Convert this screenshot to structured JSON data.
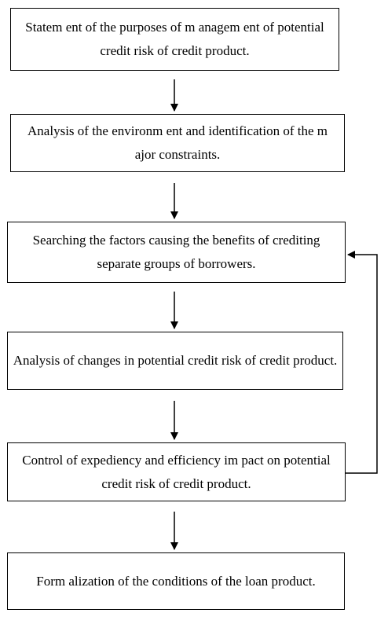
{
  "diagram": {
    "steps": [
      {
        "id": "b1",
        "text": "Statem ent of the purposes of m anagem ent of potential credit risk of credit product."
      },
      {
        "id": "b2",
        "text": "Analysis of the environm ent and identification of the m ajor constraints."
      },
      {
        "id": "b3",
        "text": "Searching the factors causing the benefits of crediting separate groups of borrowers."
      },
      {
        "id": "b4",
        "text": "Analysis of changes in potential credit risk of credit product."
      },
      {
        "id": "b5",
        "text": "Control of expediency and efficiency im pact on potential credit risk of credit product."
      },
      {
        "id": "b6",
        "text": "Form alization of the conditions of the loan product."
      }
    ],
    "edges": [
      {
        "from": "b1",
        "to": "b2",
        "kind": "next"
      },
      {
        "from": "b2",
        "to": "b3",
        "kind": "next"
      },
      {
        "from": "b3",
        "to": "b4",
        "kind": "next"
      },
      {
        "from": "b4",
        "to": "b5",
        "kind": "next"
      },
      {
        "from": "b5",
        "to": "b6",
        "kind": "next"
      },
      {
        "from": "b5",
        "to": "b3",
        "kind": "feedback"
      }
    ],
    "colors": {
      "line": "#000000",
      "box_fill": "#ffffff",
      "background": "#ffffff"
    }
  }
}
